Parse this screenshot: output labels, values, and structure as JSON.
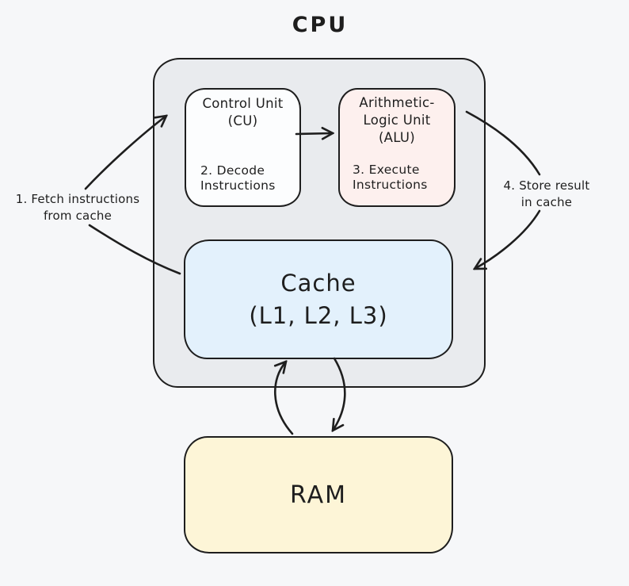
{
  "title": "CPU",
  "nodes": {
    "control_unit": {
      "title": "Control Unit\n(CU)",
      "step": "2. Decode\nInstructions"
    },
    "alu": {
      "title": "Arithmetic-\nLogic Unit\n(ALU)",
      "step": "3. Execute\nInstructions"
    },
    "cache": {
      "label": "Cache\n(L1, L2, L3)"
    },
    "ram": {
      "label": "RAM"
    }
  },
  "annotations": {
    "fetch": "1. Fetch instructions\nfrom cache",
    "store": "4. Store result\nin cache"
  },
  "colors": {
    "background": "#f6f7f9",
    "stroke": "#1e1e1e",
    "cpu_fill": "#e9ebee",
    "control_unit_fill": "#fcfdfe",
    "alu_fill": "#fdf0ee",
    "cache_fill": "#e3f1fc",
    "ram_fill": "#fdf5d7"
  }
}
